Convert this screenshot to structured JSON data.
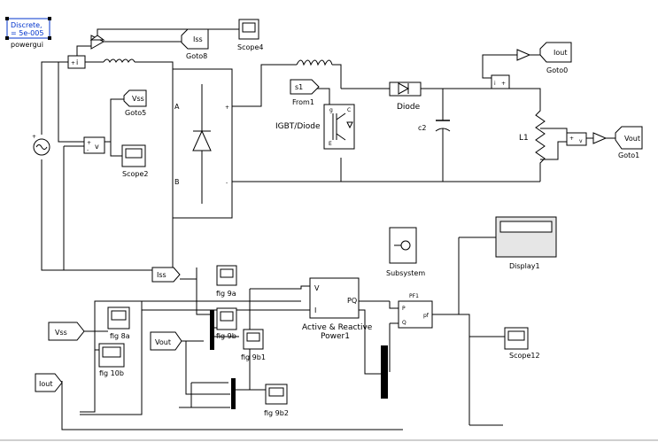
{
  "powergui": {
    "line1": "Discrete,",
    "line2": "= 5e-005",
    "label": "powergui"
  },
  "current_meas_label": "i",
  "voltage_meas_label": "v",
  "bridge_ports": {
    "a": "A",
    "b": "B",
    "plus": "+",
    "minus": "-"
  },
  "gotos": {
    "iss": {
      "tag": "Iss",
      "label": "Goto8"
    },
    "vss": {
      "tag": "Vss",
      "label": "Goto5"
    },
    "iout": {
      "tag": "Iout",
      "label": "Goto0"
    },
    "vout": {
      "tag": "Vout",
      "label": "Goto1"
    }
  },
  "froms": {
    "s1": {
      "tag": "s1",
      "label": "From1"
    },
    "iss": "Iss",
    "vss": "Vss",
    "vout": "Vout",
    "iout": "Iout"
  },
  "scopes": {
    "scope4": "Scope4",
    "scope2": "Scope2",
    "scope12": "Scope12",
    "fig9a": "fig 9a",
    "fig9b": "fig 9b",
    "fig9b1": "fig 9b1",
    "fig9b2": "fig 9b2",
    "fig8a": "fig 8a",
    "fig10b": "fig 10b"
  },
  "components": {
    "igbt": "IGBT/Diode",
    "igbt_ports": {
      "c": "C",
      "e": "E",
      "g": "g"
    },
    "diode": "Diode",
    "capacitor": "c2",
    "inductor": "L1",
    "subsystem": "Subsystem",
    "display": "Display1",
    "power_block": {
      "label_line1": "Active & Reactive",
      "label_line2": "Power1",
      "in_v": "V",
      "in_i": "I",
      "out": "PQ"
    },
    "pf_block": {
      "title": "PF1",
      "in_p": "P",
      "in_q": "Q",
      "out": "pf"
    }
  }
}
